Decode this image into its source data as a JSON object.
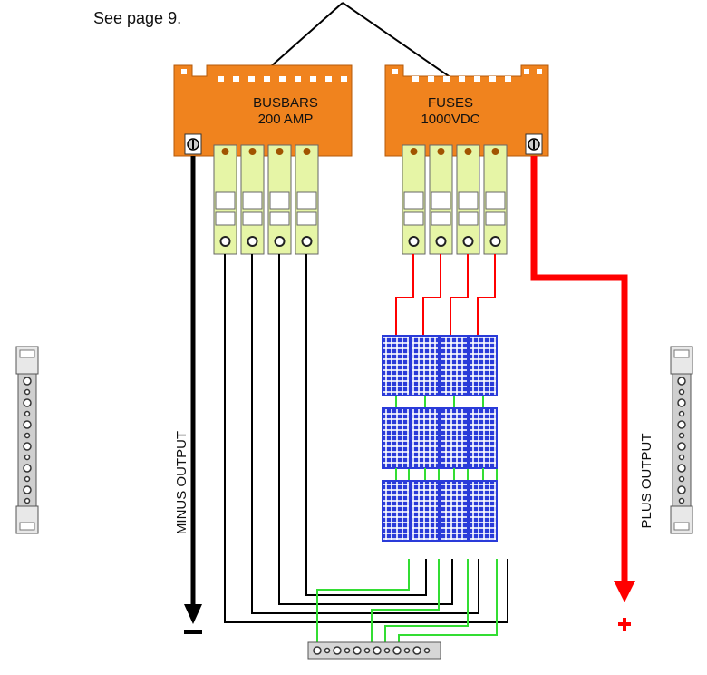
{
  "note": "See page 9.",
  "busbar_box": {
    "line1": "BUSBARS",
    "line2": "200 AMP"
  },
  "fuse_box": {
    "line1": "FUSES",
    "line2": "1000VDC"
  },
  "minus_label": "MINUS OUTPUT",
  "plus_label": "PLUS OUTPUT",
  "minus_symbol": "−",
  "plus_symbol": "+",
  "colors": {
    "housing": "#f0831e",
    "module": "#e6f5a6",
    "minus_wire": "#000000",
    "plus_wire": "#ff0000",
    "ground_wire": "#33dd33",
    "panel_cell": "#2a3bd9"
  }
}
